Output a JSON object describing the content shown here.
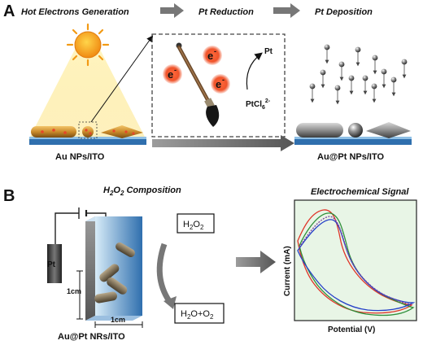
{
  "panel_a": {
    "label": "A",
    "steps": [
      "Hot Electrons Generation",
      "Pt Reduction",
      "Pt Deposition"
    ],
    "left_label": "Au NPs/ITO",
    "right_label": "Au@Pt NPs/ITO",
    "electron": "e",
    "electron_charge": "-",
    "pt_label": "Pt",
    "ptcl_main": "PtCl",
    "ptcl_sub": "6",
    "ptcl_sup": "2-"
  },
  "panel_b": {
    "label": "B",
    "h2o2_title_1": "H",
    "h2o2_title_sub1": "2",
    "h2o2_title_2": "O",
    "h2o2_title_sub2": "2",
    "h2o2_title_3": " Composition",
    "reactant_1": "H",
    "reactant_sub1": "2",
    "reactant_2": "O",
    "reactant_sub2": "2",
    "product_1": "H",
    "product_sub1": "2",
    "product_2": "O+O",
    "product_sub2": "2",
    "electrode_pt": "Pt",
    "dim_vertical": "1cm",
    "dim_horizontal": "1cm",
    "electrode_label": "Au@Pt NRs/ITO",
    "signal_title": "Electrochemical Signal",
    "plot_ylabel": "Current (mA)",
    "plot_xlabel": "Potential (V)"
  },
  "colors": {
    "ito_blue": "#2f6fae",
    "electron_red": "#e6452a",
    "plot_bg": "#e8f5e6",
    "sun": "#f7a81c",
    "arrow_gray": "#6e6e6e"
  }
}
